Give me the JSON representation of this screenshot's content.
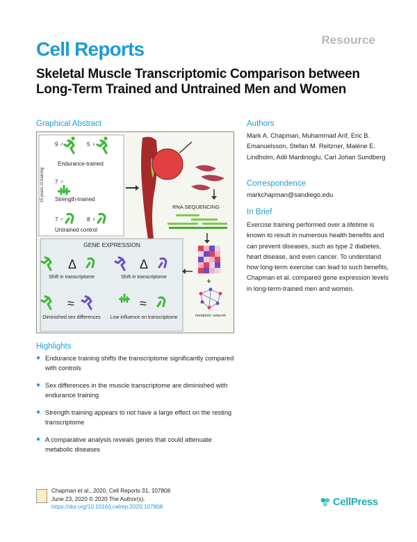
{
  "header": {
    "journal": "Cell Reports",
    "article_type": "Resource",
    "title": "Skeletal Muscle Transcriptomic Comparison between Long-Term Trained and Untrained Men and Women"
  },
  "graphical_abstract": {
    "heading": "Graphical Abstract",
    "years_label": "15 years of training",
    "groups": {
      "endurance": "Endurance-trained",
      "strength": "Strength-trained",
      "untrained": "Untrained control",
      "count_e_men": "9",
      "count_e_women": "5",
      "count_s_men": "7",
      "count_u_men": "7",
      "count_u_women": "8"
    },
    "rna_label": "RNA SEQUENCING",
    "gene_expression": "GENE EXPRESSION",
    "panels": {
      "shift1": "Shift in transcriptome",
      "shift2": "Shift in transcriptome",
      "sex": "Diminished sex differences",
      "low": "Low influence on transcriptome"
    },
    "symbols": {
      "delta": "Δ",
      "approx": "≈",
      "plus": "+"
    },
    "metabolic": "metabolic network",
    "colors": {
      "endurance": "#3cb83a",
      "untrained": "#6a4cc6",
      "muscle": "#a52a2a",
      "accent": "#1a9cd8"
    }
  },
  "authors": {
    "heading": "Authors",
    "names": "Mark A. Chapman, Muhammad Arif, Eric B. Emanuelsson, Stefan M. Reitzner, Maléne E. Lindholm, Adil Mardinoglu, Carl Johan Sundberg"
  },
  "correspondence": {
    "heading": "Correspondence",
    "email": "markchapman@sandiego.edu"
  },
  "in_brief": {
    "heading": "In Brief",
    "text": "Exercise training performed over a lifetime is known to result in numerous health benefits and can prevent diseases, such as type 2 diabetes, heart disease, and even cancer. To understand how long-term exercise can lead to such benefits, Chapman et al. compared gene expression levels in long-term-trained men and women."
  },
  "highlights": {
    "heading": "Highlights",
    "items": [
      "Endurance training shifts the transcriptome significantly compared with controls",
      "Sex differences in the muscle transcriptome are diminished with endurance training",
      "Strength training appears to not have a large effect on the resting transcriptome",
      "A comparative analysis reveals genes that could attenuate metabolic diseases"
    ]
  },
  "citation": {
    "line1": "Chapman et al., 2020, Cell Reports 31, 107808",
    "line2": "June 23, 2020 © 2020 The Author(s).",
    "doi": "https://doi.org/10.1016/j.celrep.2020.107808"
  },
  "publisher": {
    "name": "CellPress"
  }
}
